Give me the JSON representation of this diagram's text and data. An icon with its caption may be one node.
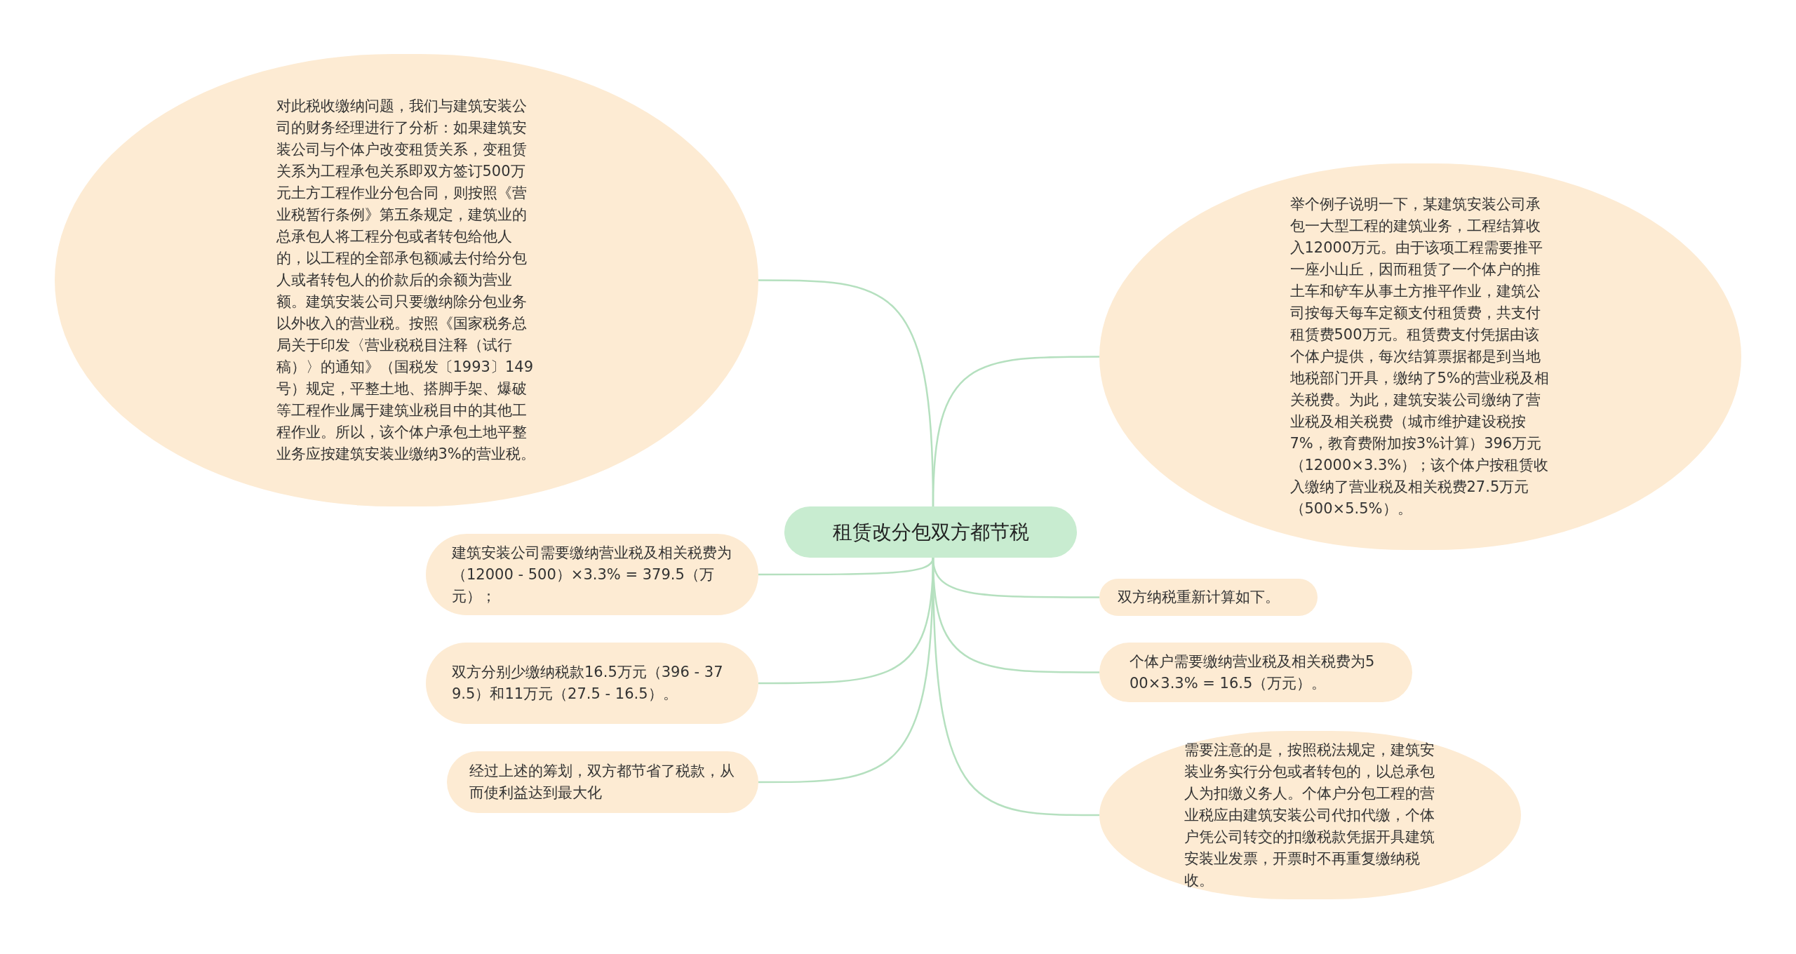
{
  "diagram": {
    "nodes": [
      {
        "text": [
          "租赁改分包双方都节税"
        ]
      },
      {
        "text": [
          "对此税收缴纳问题，我们与建筑安装公司的财务经理进行了分析：如果建筑安装公司与个体户改变租赁关系，变租赁关系为工程承包关系即双方签订500万元土方工程作业分包合同，则按照《营业税暂行条例》第五条规定，建筑业的总承包人将工程分包或者转包给他人的，以工程的全部承包额减去付给分包人或者转包人的价款后的余额为营业额。建筑安装公司只要缴纳除分包业务以外收入的营业税。按照《国家税务总局关于印发〈营业税税目注释（试行稿）〉的通知》（国税发〔1993〕149号）规定，平整土地、搭脚手架、爆破等工程作业属于建筑业税目中的其他工程作业。所以，该个体户承包土地平整业务应按建筑安装业缴纳3%的营业税。"
        ]
      },
      {
        "text": [
          "举个例子说明一下，某建筑安装公司承包一大型工程的建筑业务，工程结算收入12000万元。由于该项工程需要推平一座小山丘，因而租赁了一个体户的推土车和铲车从事土方推平作业，建筑公司按每天每车定额支付租赁费，共支付租赁费500万元。租赁费支付凭据由该个体户提供，每次结算票据都是到当地地税部门开具，缴纳了5%的营业税及相关税费。为此，建筑安装公司缴纳了营业税及相关税费（城市维护建设税按7%，教育费附加按3%计算）396万元（12000×3.3%）；该个体户按租赁收入缴纳了营业税及相关税费27.5万元（500×5.5%）。"
        ]
      },
      {
        "text": [
          "建筑安装公司需要缴纳营业税及相关税费为（12000 - 500）×3.3% = 379.5（万元）；"
        ]
      },
      {
        "text": [
          "双方纳税重新计算如下。"
        ]
      },
      {
        "text": [
          "双方分别少缴纳税款16.5万元（396 - 379.5）和11万元（27.5 - 16.5）。"
        ]
      },
      {
        "text": [
          "个体户需要缴纳营业税及相关税费为500×3.3% = 16.5（万元）。"
        ]
      },
      {
        "text": [
          "经过上述的筹划，双方都节省了税款，从而使利益达到最大化"
        ]
      },
      {
        "text": [
          "需要注意的是，按照税法规定，建筑安装业务实行分包或者转包的，以总承包人为扣缴义务人。个体户分包工程的营业税应由建筑安装公司代扣代缴，个体户凭公司转交的扣缴税款凭据开具建筑安装业发票，开票时不再重复缴纳税收。"
        ]
      }
    ],
    "edges": [
      {
        "from": 0,
        "to": 1,
        "arrow": "none"
      },
      {
        "from": 0,
        "to": 2,
        "arrow": "none"
      },
      {
        "from": 0,
        "to": 3,
        "arrow": "none"
      },
      {
        "from": 0,
        "to": 4,
        "arrow": "none"
      },
      {
        "from": 0,
        "to": 5,
        "arrow": "none"
      },
      {
        "from": 0,
        "to": 6,
        "arrow": "none"
      },
      {
        "from": 0,
        "to": 7,
        "arrow": "none"
      },
      {
        "from": 0,
        "to": 8,
        "arrow": "none"
      }
    ]
  }
}
